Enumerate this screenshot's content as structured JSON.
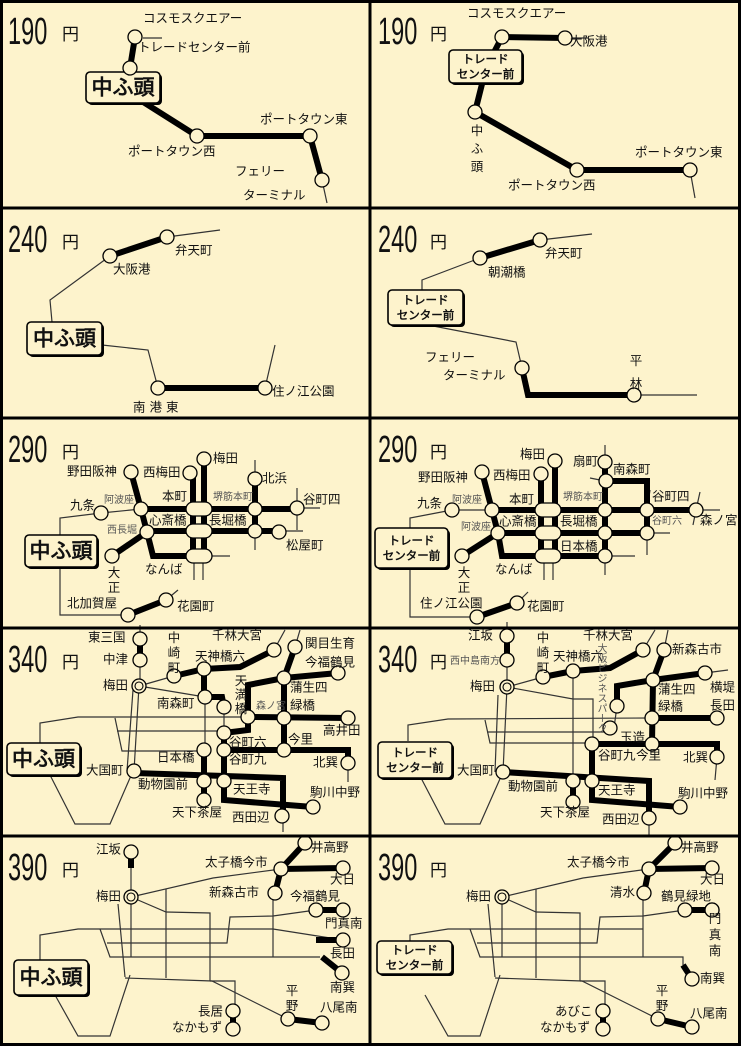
{
  "colors": {
    "background": "#fdf3cc",
    "line": "#000000"
  },
  "panels": [
    {
      "fare": "190",
      "unit": "円",
      "origin": [
        "中ふ頭"
      ],
      "stations": [
        "コスモスクエアー",
        "トレードセンター前",
        "ポートタウン西",
        "ポートタウン東",
        "フェリー",
        "ターミナル"
      ]
    },
    {
      "fare": "190",
      "unit": "円",
      "origin": [
        "トレード",
        "センター前"
      ],
      "stations": [
        "コスモスクエアー",
        "大阪港",
        "中ふ頭",
        "ポートタウン西",
        "ポートタウン東"
      ]
    },
    {
      "fare": "240",
      "unit": "円",
      "origin": [
        "中ふ頭"
      ],
      "stations": [
        "弁天町",
        "大阪港",
        "南 港 東",
        "住ノ江公園"
      ]
    },
    {
      "fare": "240",
      "unit": "円",
      "origin": [
        "トレード",
        "センター前"
      ],
      "stations": [
        "弁天町",
        "朝潮橋",
        "フェリー",
        "ターミナル",
        "平林"
      ]
    },
    {
      "fare": "290",
      "unit": "円",
      "origin": [
        "中ふ頭"
      ],
      "stations": [
        "梅田",
        "西梅田",
        "野田阪神",
        "北浜",
        "谷町四",
        "九条",
        "阿波座",
        "本町",
        "堺筋本町",
        "西長堀",
        "心斎橋",
        "長堀橋",
        "松屋町",
        "大正",
        "なんば",
        "北加賀屋",
        "花園町"
      ]
    },
    {
      "fare": "290",
      "unit": "円",
      "origin": [
        "トレード",
        "センター前"
      ],
      "stations": [
        "梅田",
        "扇町",
        "南森町",
        "西梅田",
        "野田阪神",
        "九条",
        "阿波座",
        "本町",
        "堺筋本町",
        "谷町四",
        "森ノ宮",
        "阿波座",
        "心斎橋",
        "長堀橋",
        "谷町六",
        "日本橋",
        "なんば",
        "大正",
        "住ノ江公園",
        "花園町"
      ]
    },
    {
      "fare": "340",
      "unit": "円",
      "origin": [
        "中ふ頭"
      ],
      "stations": [
        "東三国",
        "中津",
        "梅田",
        "中崎町",
        "天神橋六",
        "千林大宮",
        "関目生育",
        "今福鶴見",
        "蒲生四",
        "南森町",
        "天満橋",
        "森ノ宮",
        "緑橋",
        "高井田",
        "谷町六",
        "今里",
        "日本橋",
        "谷町九",
        "北巽",
        "大国町",
        "動物園前",
        "天王寺",
        "駒川中野",
        "天下茶屋",
        "西田辺"
      ]
    },
    {
      "fare": "340",
      "unit": "円",
      "origin": [
        "トレード",
        "センター前"
      ],
      "stations": [
        "江坂",
        "西中島南方",
        "梅田",
        "中崎町",
        "天神橋六",
        "千林大宮",
        "新森古市",
        "蒲生四",
        "横堤",
        "大阪ビジネスパーク",
        "緑橋",
        "長田",
        "玉造",
        "谷町九",
        "今里",
        "北巽",
        "大国町",
        "動物園前",
        "天王寺",
        "駒川中野",
        "天下茶屋",
        "西田辺"
      ]
    },
    {
      "fare": "390",
      "unit": "円",
      "origin": [
        "中ふ頭"
      ],
      "stations": [
        "江坂",
        "梅田",
        "太子橋今市",
        "井高野",
        "大日",
        "新森古市",
        "今福鶴見",
        "門真南",
        "長田",
        "南巽",
        "長居",
        "なかもず",
        "平野",
        "八尾南"
      ]
    },
    {
      "fare": "390",
      "unit": "円",
      "origin": [
        "トレード",
        "センター前"
      ],
      "stations": [
        "梅田",
        "太子橋今市",
        "井高野",
        "大日",
        "清水",
        "鶴見緑地",
        "門真南",
        "南巽",
        "あびこ",
        "なかもず",
        "平野",
        "八尾南"
      ]
    }
  ]
}
